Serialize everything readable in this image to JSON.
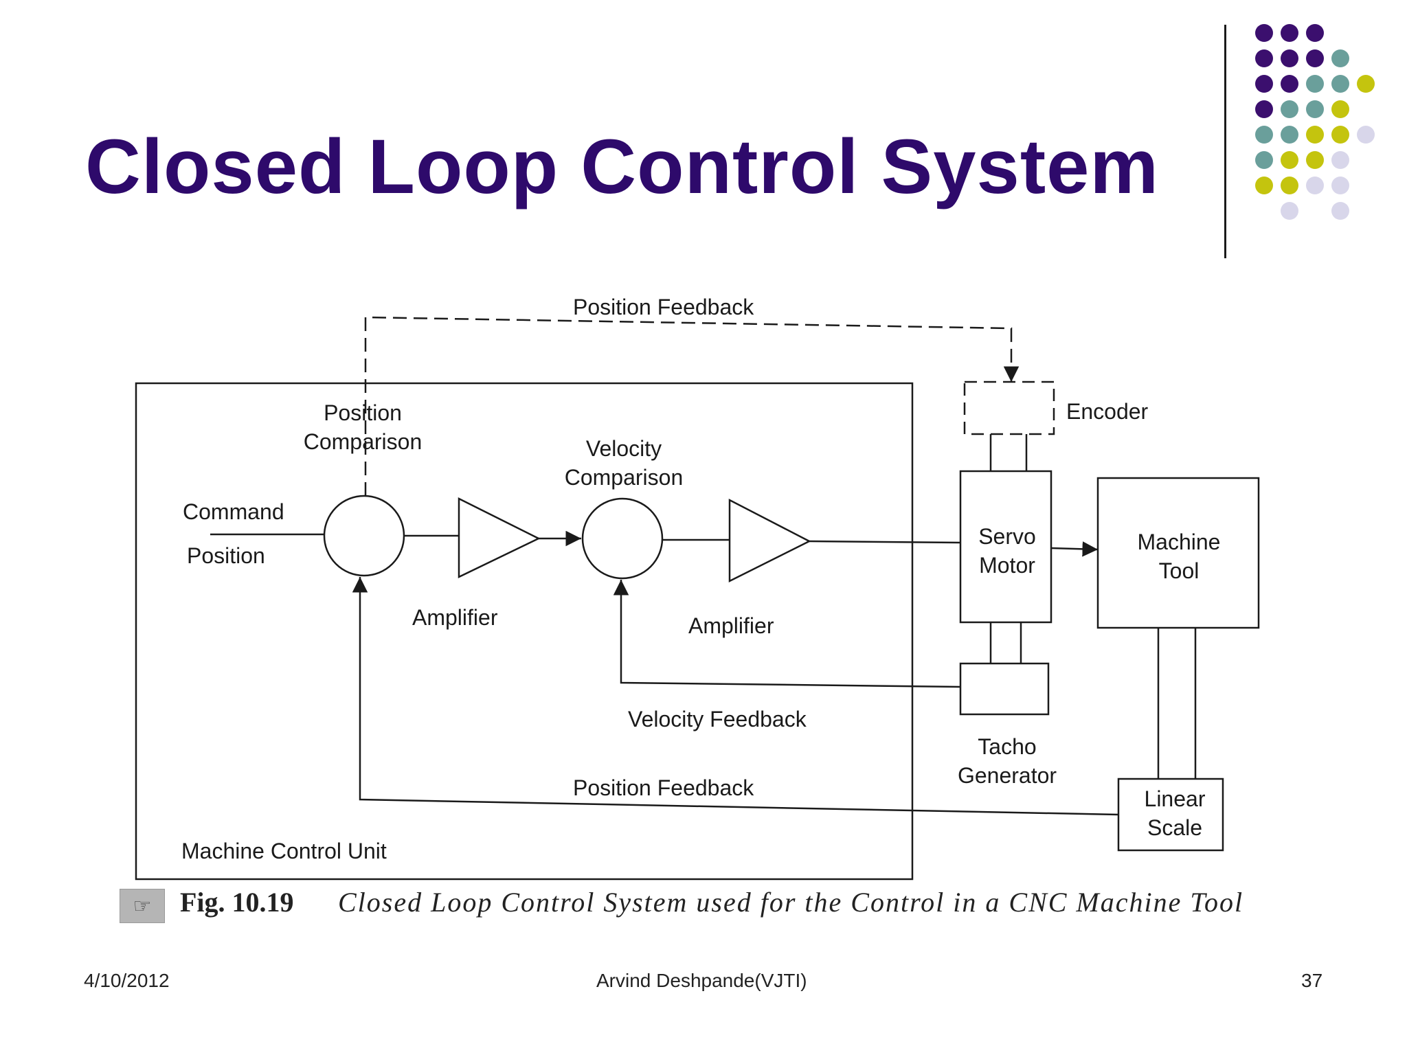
{
  "slide": {
    "title": "Closed Loop Control System",
    "footer": {
      "date": "4/10/2012",
      "author": "Arvind Deshpande(VJTI)",
      "page": "37"
    }
  },
  "theme": {
    "title_color": "#2e0a6b",
    "dot_colors": [
      "#3b0f6e",
      "#6a9f9b",
      "#c4c40e",
      "#d8d6ea"
    ]
  },
  "diagram": {
    "labels": {
      "position_feedback_top": "Position Feedback",
      "encoder": "Encoder",
      "position_comparison": [
        "Position",
        "Comparison"
      ],
      "velocity_comparison": [
        "Velocity",
        "Comparison"
      ],
      "command_position": [
        "Command",
        "Position"
      ],
      "servo_motor": [
        "Servo",
        "Motor"
      ],
      "machine_tool": [
        "Machine",
        "Tool"
      ],
      "amplifier_1": "Amplifier",
      "amplifier_2": "Amplifier",
      "velocity_feedback": "Velocity Feedback",
      "tacho_generator": [
        "Tacho",
        "Generator"
      ],
      "position_feedback_bottom": "Position Feedback",
      "linear_scale": [
        "Linear",
        "Scale"
      ],
      "machine_control_unit": "Machine Control Unit"
    }
  },
  "figure": {
    "label": "Fig. 10.19",
    "caption": "Closed Loop Control System used for the Control in a CNC Machine Tool",
    "icon": "hand-pointer-icon"
  }
}
